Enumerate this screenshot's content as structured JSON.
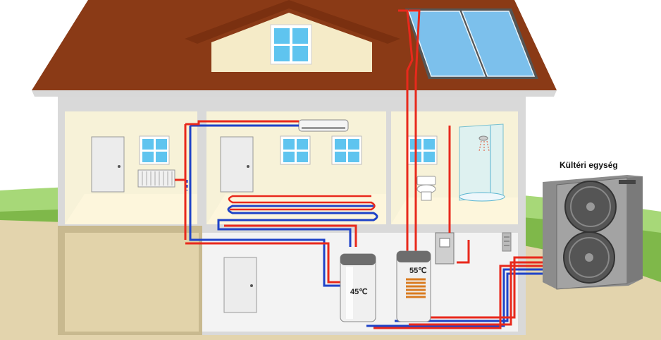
{
  "labels": {
    "outdoor_unit": "Kültéri egység",
    "tank_left_temp": "45℃",
    "tank_right_temp": "55℃"
  },
  "colors": {
    "sky": "#ffffff",
    "grass_light": "#9bd26b",
    "grass_dark": "#6ea63e",
    "ground": "#d8c9a3",
    "roof": "#8a3a16",
    "roof_edge": "#5e240c",
    "wall_fill": "#f7f2d8",
    "wall_frame": "#d9d9d9",
    "hot_pipe": "#e8291c",
    "cold_pipe": "#1f43c8",
    "window_glass": "#5fc4ef",
    "solar_panel": "#6fb3e8"
  },
  "icons": [
    "solar-panel-icon",
    "air-conditioner-icon",
    "radiator-icon",
    "shower-icon",
    "toilet-icon",
    "heat-pump-icon",
    "water-tank-icon",
    "control-box-icon"
  ]
}
